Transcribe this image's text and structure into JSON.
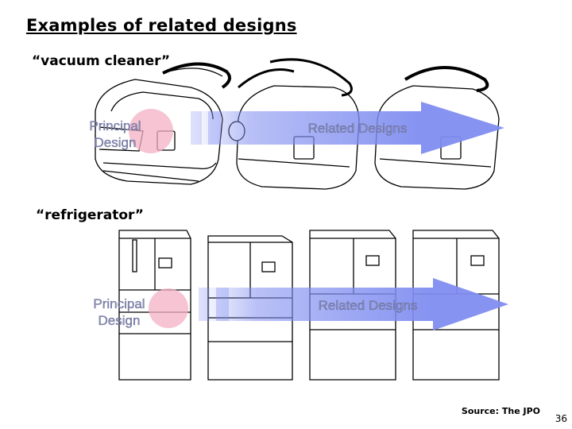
{
  "slide": {
    "title": "Examples of related designs",
    "vacuum": {
      "caption": "“vacuum cleaner”",
      "principal_label": "Principal Design",
      "related_label": "Related Designs"
    },
    "refrigerator": {
      "caption": "“refrigerator”",
      "principal_label": "Principal Design",
      "related_label": "Related Designs"
    },
    "source": "Source: The JPO",
    "page_number": "36"
  },
  "colors": {
    "arrow_fill": "#7f8df0",
    "principal_circle": "#f4b0c4",
    "label_text": "#8a8fb8"
  }
}
